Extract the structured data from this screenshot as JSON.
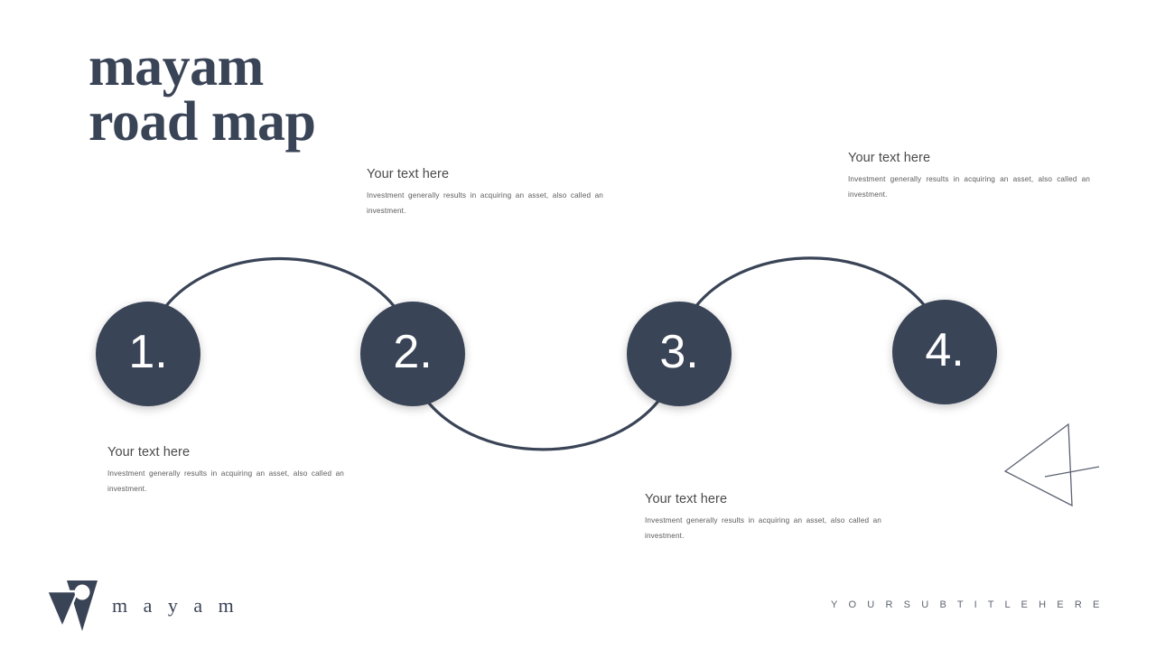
{
  "slide": {
    "title": "mayam\nroad map",
    "background_color": "#ffffff",
    "accent_color": "#3a4457"
  },
  "roadmap": {
    "steps": [
      {
        "number": "1.",
        "name": "step-one"
      },
      {
        "number": "2.",
        "name": "step-two"
      },
      {
        "number": "3.",
        "name": "step-three"
      },
      {
        "number": "4.",
        "name": "step-four"
      }
    ],
    "text_blocks": [
      {
        "heading": "Your text here",
        "body": "Investment generally results in acquiring an asset, also called an investment."
      },
      {
        "heading": "Your text here",
        "body": "Investment generally results in acquiring an asset, also called an investment."
      },
      {
        "heading": "Your text here",
        "body": "Investment generally results in acquiring an asset, also called an investment."
      },
      {
        "heading": "Your text here",
        "body": "Investment generally results in acquiring an asset, also called an investment."
      }
    ]
  },
  "footer": {
    "brand": "m a y a m",
    "subtitle": "Y O U R   S U B T I T L E   H E R E"
  }
}
